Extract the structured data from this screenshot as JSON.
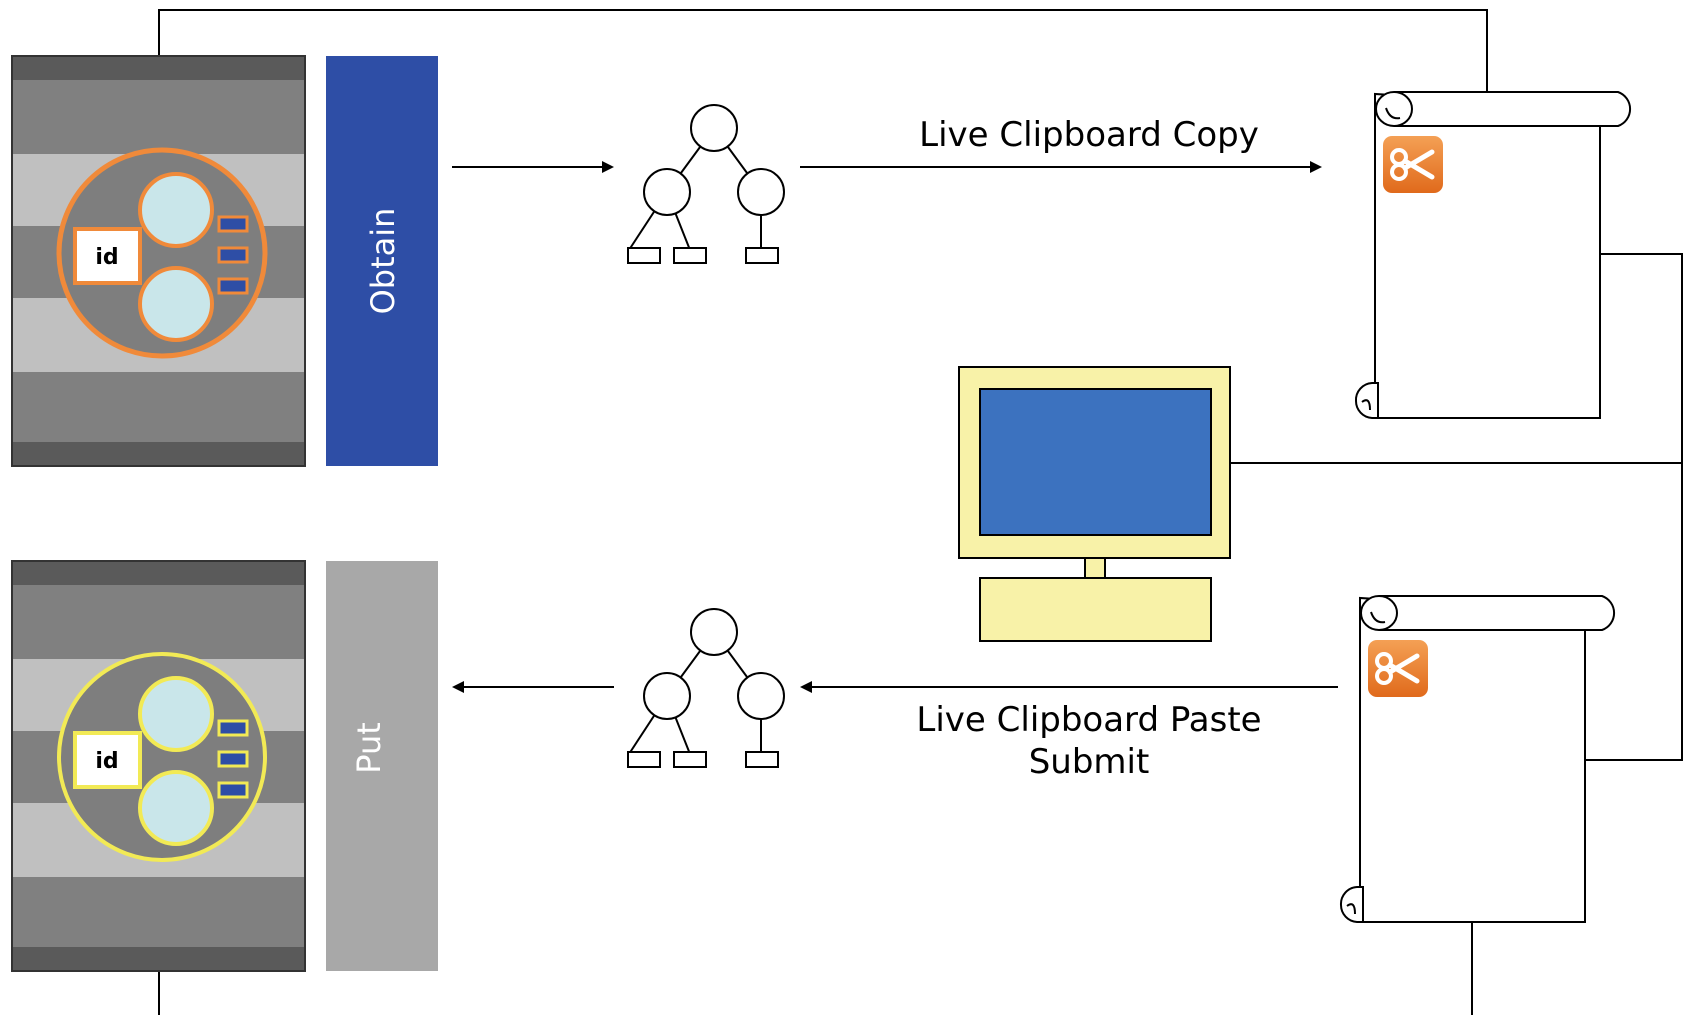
{
  "labels": {
    "obtain": "Obtain",
    "put": "Put",
    "copy": "Live Clipboard Copy",
    "paste": "Live Clipboard Paste",
    "submit": "Submit",
    "id_top": "id",
    "id_bottom": "id"
  },
  "icons": {
    "clipboard": "scissors-icon",
    "tree": "tree-icon",
    "computer": "computer-icon",
    "scroll": "scroll-icon"
  },
  "colors": {
    "obtain_bar": "#2e4ea6",
    "put_bar": "#a8a8a8",
    "top_ring": "#f08a3a",
    "bottom_ring": "#f2ea55",
    "monitor_frame": "#f8f2a8",
    "monitor_screen": "#3c72bf",
    "scissors_badge": "#e8782a",
    "circle_fill": "#c9e6ea",
    "small_block": "#2e4ea6"
  }
}
